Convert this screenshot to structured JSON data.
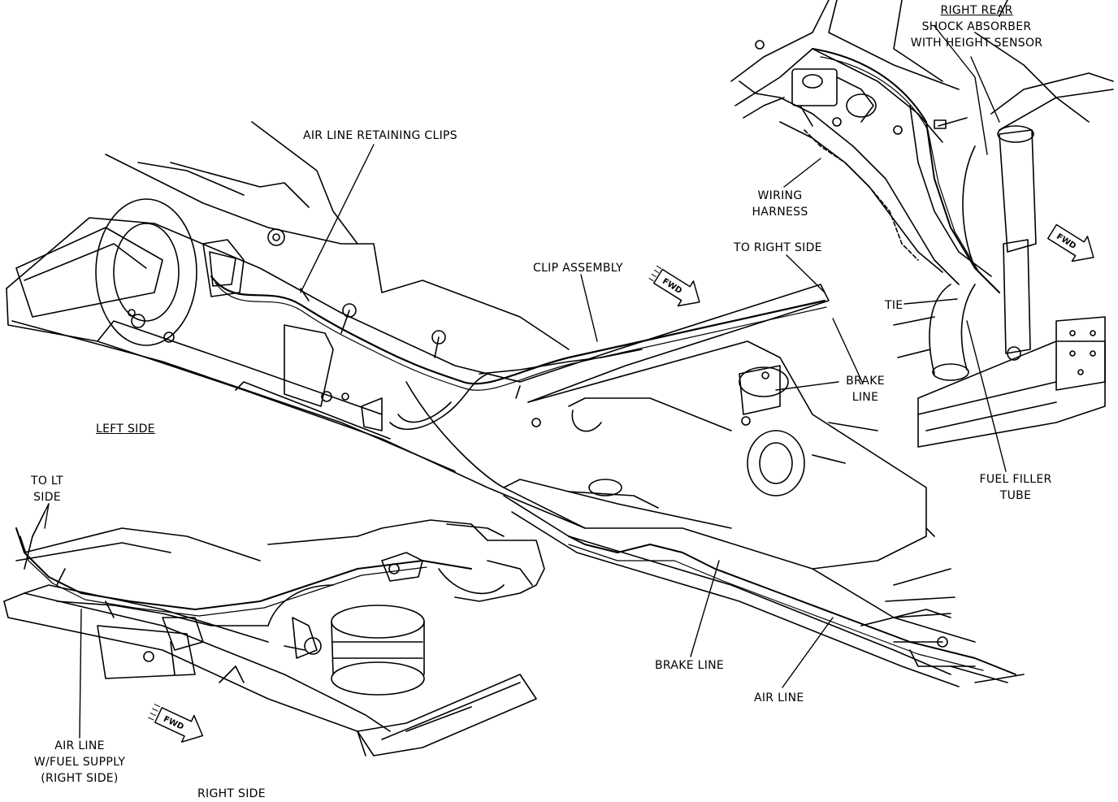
{
  "labels": {
    "right_rear_title": "RIGHT REAR",
    "right_rear_line2": "SHOCK ABSORBER",
    "right_rear_line3": "WITH HEIGHT SENSOR",
    "air_line_retaining_clips": "AIR LINE RETAINING CLIPS",
    "wiring_harness_line1": "WIRING",
    "wiring_harness_line2": "HARNESS",
    "to_right_side": "TO RIGHT SIDE",
    "clip_assembly": "CLIP ASSEMBLY",
    "tie": "TIE",
    "brake_line_top_1": "BRAKE",
    "brake_line_top_2": "LINE",
    "left_side": "LEFT SIDE",
    "fuel_filler_line1": "FUEL FILLER",
    "fuel_filler_line2": "TUBE",
    "to_lt_line1": "TO LT",
    "to_lt_line2": "SIDE",
    "brake_line_bottom": "BRAKE LINE",
    "air_line_bottom": "AIR LINE",
    "air_line_fuel_1": "AIR LINE",
    "air_line_fuel_2": "W/FUEL SUPPLY",
    "air_line_fuel_3": "(RIGHT SIDE)",
    "right_side": "RIGHT SIDE"
  },
  "fwd_arrows": [
    "FWD",
    "FWD",
    "FWD"
  ]
}
